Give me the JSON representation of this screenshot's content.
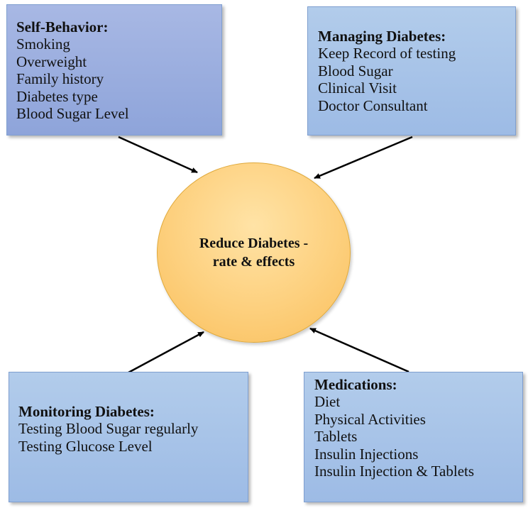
{
  "center": {
    "line1": "Reduce Diabetes -",
    "line2": "rate & effects"
  },
  "self_behavior": {
    "title": "Self-Behavior:",
    "items": [
      "Smoking",
      "Overweight",
      "Family history",
      "Diabetes type",
      "Blood Sugar Level"
    ]
  },
  "managing_diabetes": {
    "title": "Managing Diabetes:",
    "items": [
      "Keep Record of testing",
      "Blood Sugar",
      "Clinical Visit",
      "Doctor Consultant"
    ]
  },
  "monitoring_diabetes": {
    "title": "Monitoring Diabetes:",
    "items": [
      "Testing Blood Sugar regularly",
      "Testing Glucose Level"
    ]
  },
  "medications": {
    "title": "Medications:",
    "items": [
      "Diet",
      "Physical Activities",
      "Tablets",
      "Insulin Injections",
      "Insulin Injection & Tablets"
    ]
  },
  "colors": {
    "center_fill": "#fdd07e",
    "box_fill_light": "#b2cceb",
    "box_fill_purple": "#a8b8e4",
    "arrow": "#000000"
  }
}
